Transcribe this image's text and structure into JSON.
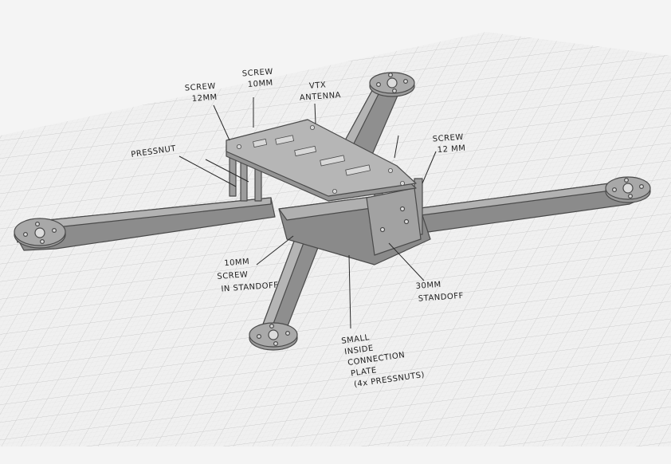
{
  "annotations": {
    "screw_12mm_left": [
      "SCREW",
      "12MM"
    ],
    "screw_10mm": [
      "SCREW",
      "10MM"
    ],
    "vtx_antenna": [
      "VTX",
      "ANTENNA"
    ],
    "pressnut": [
      "PRESSNUT"
    ],
    "screw_12mm_right": [
      "SCREW",
      "12 MM"
    ],
    "screw_in_standoff": [
      "10MM",
      "SCREW",
      "IN STANDOFF"
    ],
    "standoff_30mm": [
      "30MM",
      "STANDOFF"
    ],
    "connection_plate": [
      "SMALL",
      "INSIDE",
      "CONNECTION",
      "PLATE",
      "(4x PRESSNUTS)"
    ]
  }
}
